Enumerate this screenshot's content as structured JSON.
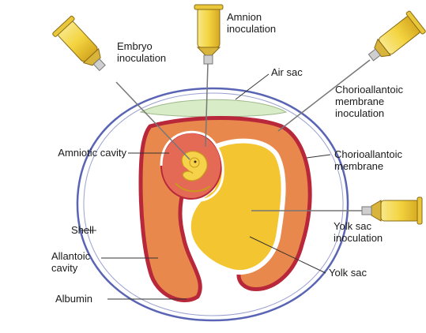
{
  "labels": {
    "amnion_inoculation": "Amnion\ninoculation",
    "embryo_inoculation": "Embryo\ninoculation",
    "air_sac": "Air sac",
    "chorioallantoic_membrane_inoculation": "Chorioallantoic\nmembrane\ninoculation",
    "amniotic_cavity": "Amniotic cavity",
    "chorioallantoic_membrane": "Chorioallantoic\nmembrane",
    "shell": "Shell",
    "yolk_sac_inoculation": "Yolk sac\ninoculation",
    "allantoic_cavity": "Allantoic\ncavity",
    "yolk_sac": "Yolk sac",
    "albumin": "Albumin"
  },
  "colors": {
    "shell_outline": "#5a64b4",
    "membrane": "#b8283a",
    "albumin": "#e8884c",
    "yolk": "#f2c531",
    "air_sac": "#d8ecc8",
    "amniotic_cavity": "#e56a55",
    "embryo": "#f5d24a",
    "syringe_body": "#f6dc55",
    "needle": "#777777"
  }
}
